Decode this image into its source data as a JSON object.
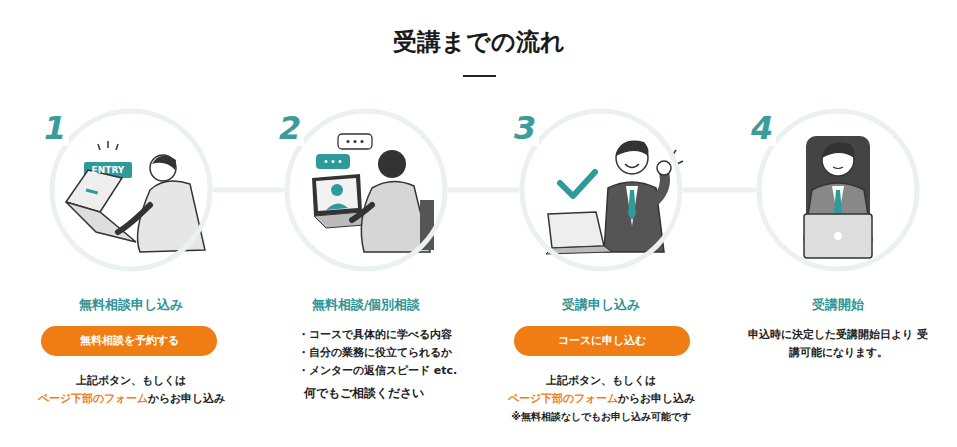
{
  "diagram": {
    "title": "受講までの流れ",
    "nodes": [
      {
        "text": [
          "1",
          "無料相談申し込み"
        ]
      },
      {
        "text": [
          "2",
          "無料相談/個別相談"
        ]
      },
      {
        "text": [
          "3",
          "受講申し込み"
        ]
      },
      {
        "text": [
          "4",
          "受講開始"
        ]
      },
      {
        "text": [
          "無料相談を予約する"
        ]
      },
      {
        "text": [
          "コースに申し込む"
        ]
      }
    ],
    "edges": [
      {
        "from": 0,
        "to": 1,
        "arrow": "none"
      },
      {
        "from": 1,
        "to": 2,
        "arrow": "none"
      },
      {
        "from": 2,
        "to": 3,
        "arrow": "none"
      }
    ],
    "labels": [
      "ENTRY",
      "上記ボタン、もしくは",
      "ページ下部のフォーム",
      "からお申し込み",
      "・コースで具体的に学べる内容",
      "・自分の業務に役立てられるか",
      "・メンターの返信スピード etc.",
      "何でもご相談ください",
      "上記ボタン、もしくは",
      "ページ下部のフォーム",
      "からお申し込み",
      "※無料相談なしでもお申し込み可能です",
      "申込時に決定した受講開始日より 受講可能になります。"
    ]
  }
}
